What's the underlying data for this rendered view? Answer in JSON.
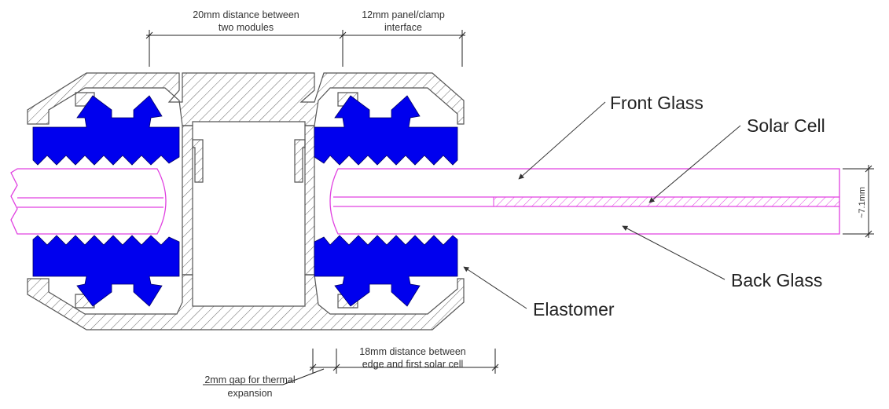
{
  "dimensions": {
    "module_gap": [
      "20mm distance between",
      "two modules"
    ],
    "clamp_interface": [
      "12mm panel/clamp",
      "interface"
    ],
    "cell_distance": [
      "18mm distance between",
      "edge and first solar cell"
    ],
    "thermal_gap": [
      "2mm gap for thermal",
      "expansion"
    ],
    "thickness": "~7.1mm"
  },
  "labels": {
    "front_glass": "Front Glass",
    "solar_cell": "Solar Cell",
    "back_glass": "Back Glass",
    "elastomer": "Elastomer"
  },
  "colors": {
    "elastomer": "#0000ee",
    "glass_outline": "#e040e0",
    "profile_outline": "#555555",
    "dim_line": "#222222"
  }
}
